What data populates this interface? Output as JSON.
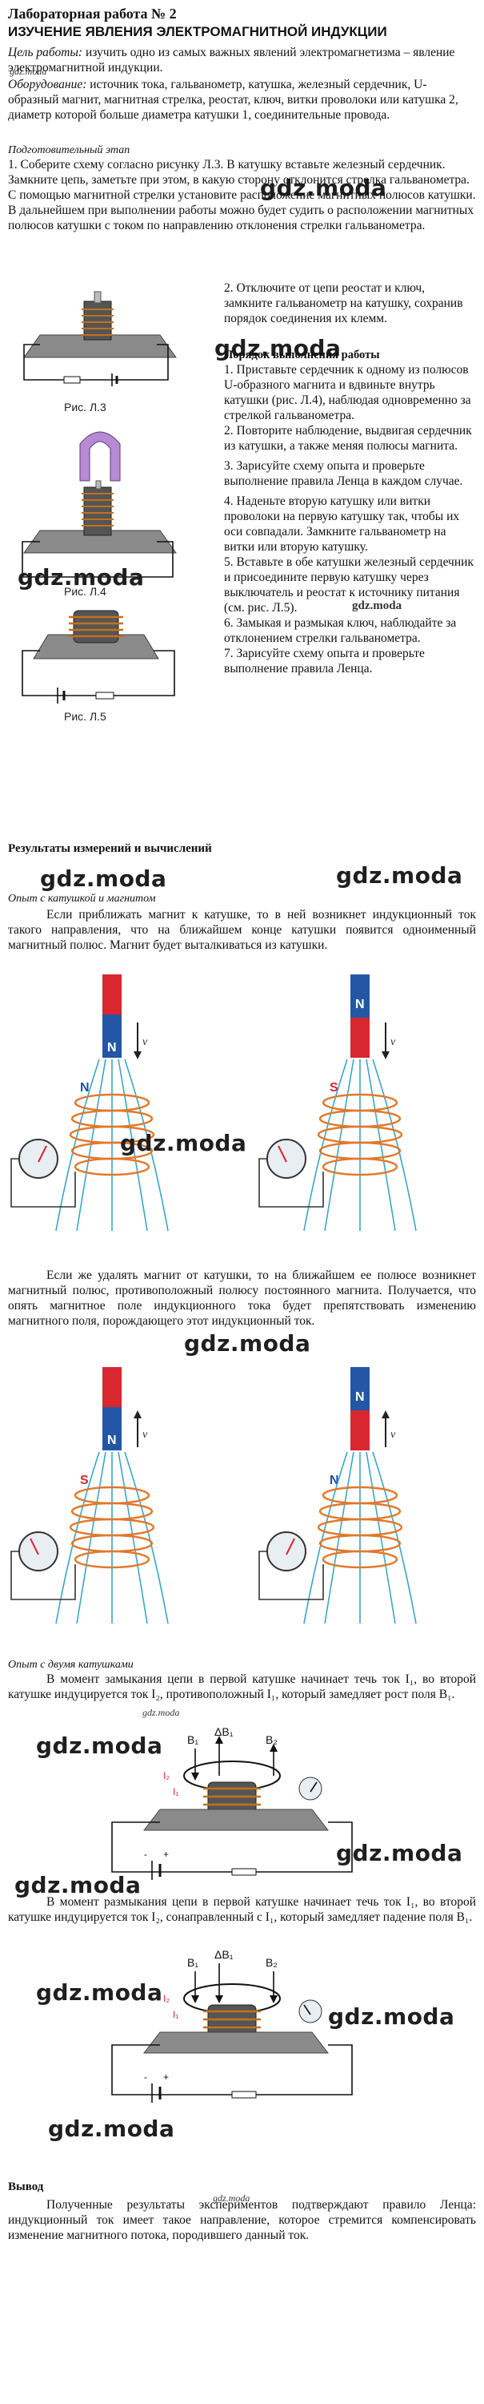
{
  "header": {
    "lab_title": "Лабораторная работа № 2",
    "lab_subtitle": "ИЗУЧЕНИЕ ЯВЛЕНИЯ ЭЛЕКТРОМАГНИТНОЙ ИНДУКЦИИ"
  },
  "intro": {
    "goal_label": "Цель работы:",
    "goal_text": "изучить одно из самых важных явлений электромагнетизма – явление электромагнитной индукции.",
    "equipment_label": "Оборудование:",
    "equipment_text": "источник тока, гальванометр, катушка, железный сердечник, U-образный магнит, магнитная стрелка, реостат, ключ, витки проволоки или катушка 2, диаметр которой больше диаметра катушки 1, соединительные провода.",
    "prep_label": "Подготовительный этап",
    "prep_step1": "1. Соберите схему согласно рисунку Л.3. В катушку вставьте железный сердечник. Замкните цепь, заметьте при этом, в какую сторону отклонится стрелка гальванометра. С помощью магнитной стрелки установите расположение магнитных полюсов катушки. В дальнейшем при выполнении работы можно будет судить о расположении магнитных полюсов катушки с током по направлению отклонения стрелки гальванометра.",
    "prep_step2": "2. Отключите от цепи реостат и ключ, замкните гальванометр на катушку, сохранив порядок соединения их клемм."
  },
  "procedure": {
    "title": "Порядок выполнения работы",
    "step1": "1. Приставьте сердечник к одному из полюсов U-образного магнита и вдвиньте внутрь катушки (рис. Л.4), наблюдая одновременно за стрелкой гальванометра.",
    "step2": "2. Повторите наблюдение, выдвигая сердечник из катушки, а также меняя полюсы магнита.",
    "step3": "3. Зарисуйте схему опыта и проверьте выполнение правила Ленца в каждом случае.",
    "step4": "4. Наденьте вторую катушку или витки проволоки на первую катушку так, чтобы их оси совпадали. Замкните гальванометр на витки или вторую катушку.",
    "step5": "5. Вставьте в обе катушки железный сердечник и присоедините первую катушку через выключатель и реостат к источнику питания (см. рис. Л.5).",
    "step6": "6. Замыкая и размыкая ключ, наблюдайте за отклонением стрелки гальванометра.",
    "step7": "7. Зарисуйте схему опыта и проверьте выполнение правила Ленца."
  },
  "figures": {
    "l3": "Рис. Л.3",
    "l4": "Рис. Л.4",
    "l5": "Рис. Л.5"
  },
  "results": {
    "title": "Результаты измерений и вычислений",
    "exp1_label": "Опыт с катушкой и магнитом",
    "exp1_text1": "Если приближать магнит к катушке, то в ней возникнет индукционный ток такого направления, что на ближайшем конце катушки появится одноименный магнитный полюс. Магнит будет выталкиваться из катушки.",
    "exp1_text2": "Если же удалять магнит от катушки, то на ближайшем ее полюсе возникнет магнитный полюс, противоположный полюсу постоянного магнита. Получается, что опять магнитное поле индукционного тока будет препятствовать изменению магнитного поля, порождающего этот индукционный ток.",
    "exp2_label": "Опыт с двумя катушками",
    "exp2_text1": "В момент замыкания цепи в первой катушке начинает течь ток I₁, во второй катушке индуцируется ток I₂, противоположный I₁, который замедляет рост поля B₁.",
    "exp2_text2": "В момент размыкания цепи в первой катушке начинает течь ток I₁, во второй катушке индуцируется ток I₂, сонаправленный с I₁, который замедляет падение поля B₁.",
    "conclusion_title": "Вывод",
    "conclusion_text": "Полученные результаты экспериментов подтверждают правило Ленца: индукционный ток имеет такое направление, которое стремится компенсировать изменение магнитного потока, породившего данный ток."
  },
  "diagram_labels": {
    "N": "N",
    "S": "S",
    "v": "v",
    "B1": "B₁",
    "B2": "B₂",
    "dB1": "ΔB₁",
    "I1": "I₁",
    "I2": "I₂",
    "plus": "+",
    "minus": "-"
  },
  "watermarks": {
    "big": "gdz.moda",
    "small": "gdz.moda"
  },
  "colors": {
    "magnet_red": "#d8272f",
    "magnet_blue": "#2357a6",
    "field_lines": "#39a6c9",
    "coil": "#e0782b",
    "pole_label_N": "#1a52a0",
    "pole_label_S": "#d8272f"
  }
}
